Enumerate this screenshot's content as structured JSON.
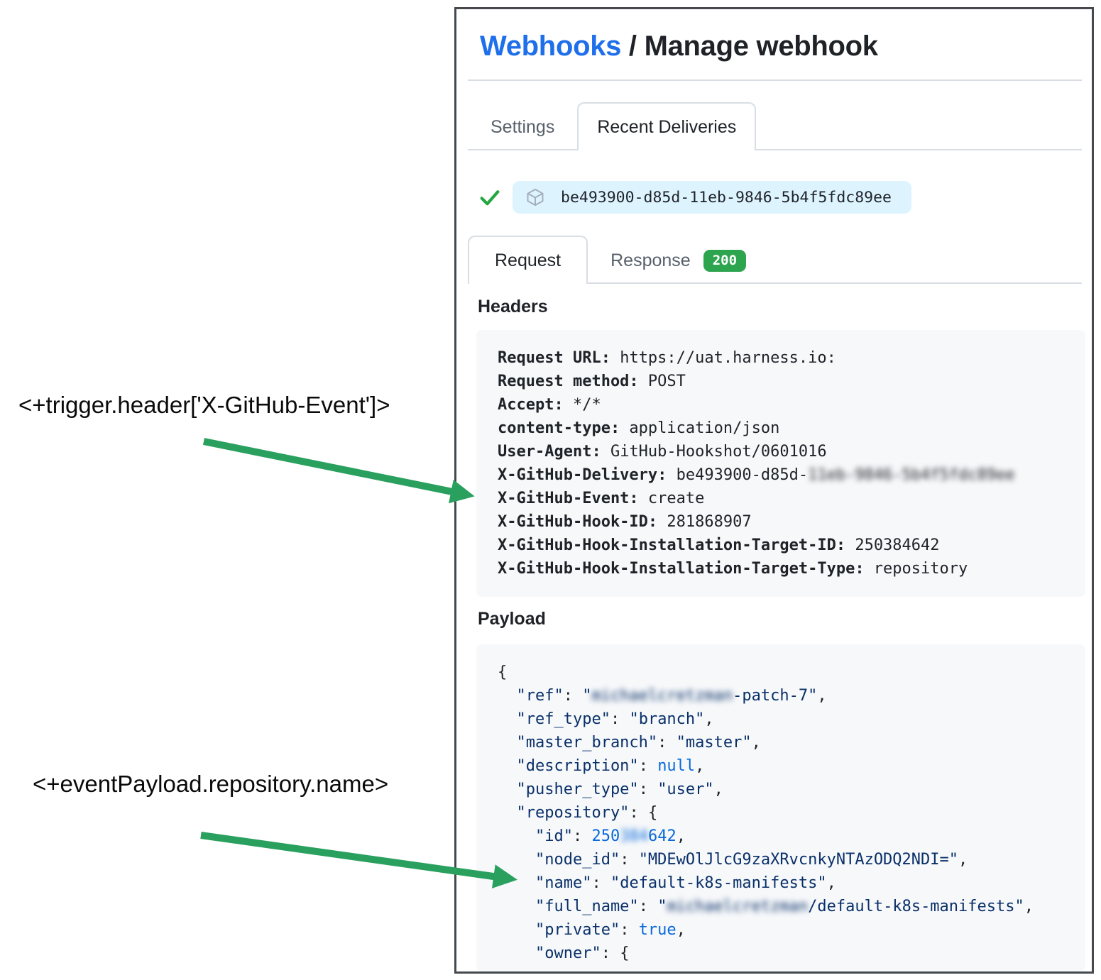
{
  "colors": {
    "link_blue": "#1f6feb",
    "text_dark": "#1f2328",
    "text_gray": "#57606a",
    "tab_border": "#d8dee4",
    "pill_background": "#ddf4ff",
    "code_background": "#f6f8fa",
    "status_badge_green": "#2da44e",
    "check_green": "#26a641",
    "arrow_green": "#2aa05f",
    "json_string_navy": "#0a3069",
    "json_literal_blue": "#0969da"
  },
  "header": {
    "breadcrumb_link": "Webhooks",
    "separator": " / ",
    "title": "Manage webhook"
  },
  "tabs": [
    {
      "label": "Settings",
      "active": false
    },
    {
      "label": "Recent Deliveries",
      "active": true
    }
  ],
  "delivery": {
    "status_icon": "check-icon",
    "package_icon": "package-icon",
    "guid": "be493900-d85d-11eb-9846-5b4f5fdc89ee"
  },
  "subtabs": {
    "request_label": "Request",
    "response_label": "Response",
    "response_status": "200"
  },
  "headers_section": {
    "title": "Headers",
    "lines": [
      [
        {
          "t": "Request URL:",
          "c": "hkey"
        },
        {
          "t": " https://uat.harness.io:",
          "c": "hval"
        }
      ],
      [
        {
          "t": "Request method:",
          "c": "hkey"
        },
        {
          "t": " POST",
          "c": "hval"
        }
      ],
      [
        {
          "t": "Accept:",
          "c": "hkey"
        },
        {
          "t": " */*",
          "c": "hval"
        }
      ],
      [
        {
          "t": "content-type:",
          "c": "hkey"
        },
        {
          "t": " application/json",
          "c": "hval"
        }
      ],
      [
        {
          "t": "User-Agent:",
          "c": "hkey"
        },
        {
          "t": " GitHub-Hookshot/0601016",
          "c": "hval"
        }
      ],
      [
        {
          "t": "X-GitHub-Delivery:",
          "c": "hkey"
        },
        {
          "t": " be493900-d85d-",
          "c": "hval"
        },
        {
          "t": "11eb-9846-5b4f5fdc89ee",
          "c": "hval",
          "blur": true
        }
      ],
      [
        {
          "t": "X-GitHub-Event:",
          "c": "hkey"
        },
        {
          "t": " create",
          "c": "hval"
        }
      ],
      [
        {
          "t": "X-GitHub-Hook-ID:",
          "c": "hkey"
        },
        {
          "t": " 281868907",
          "c": "hval"
        }
      ],
      [
        {
          "t": "X-GitHub-Hook-Installation-Target-ID:",
          "c": "hkey"
        },
        {
          "t": " 250384642",
          "c": "hval"
        }
      ],
      [
        {
          "t": "X-GitHub-Hook-Installation-Target-Type:",
          "c": "hkey"
        },
        {
          "t": " repository",
          "c": "hval"
        }
      ]
    ]
  },
  "payload_section": {
    "title": "Payload",
    "lines": [
      [
        {
          "t": "{",
          "c": "pun"
        }
      ],
      [
        {
          "t": "  \"ref\"",
          "c": "str"
        },
        {
          "t": ": ",
          "c": "pun"
        },
        {
          "t": "\"",
          "c": "str"
        },
        {
          "t": "michaelcretzman",
          "c": "str",
          "blur": true
        },
        {
          "t": "-patch-7\"",
          "c": "str"
        },
        {
          "t": ",",
          "c": "pun"
        }
      ],
      [
        {
          "t": "  \"ref_type\"",
          "c": "str"
        },
        {
          "t": ": ",
          "c": "pun"
        },
        {
          "t": "\"branch\"",
          "c": "str"
        },
        {
          "t": ",",
          "c": "pun"
        }
      ],
      [
        {
          "t": "  \"master_branch\"",
          "c": "str"
        },
        {
          "t": ": ",
          "c": "pun"
        },
        {
          "t": "\"master\"",
          "c": "str"
        },
        {
          "t": ",",
          "c": "pun"
        }
      ],
      [
        {
          "t": "  \"description\"",
          "c": "str"
        },
        {
          "t": ": ",
          "c": "pun"
        },
        {
          "t": "null",
          "c": "lit"
        },
        {
          "t": ",",
          "c": "pun"
        }
      ],
      [
        {
          "t": "  \"pusher_type\"",
          "c": "str"
        },
        {
          "t": ": ",
          "c": "pun"
        },
        {
          "t": "\"user\"",
          "c": "str"
        },
        {
          "t": ",",
          "c": "pun"
        }
      ],
      [
        {
          "t": "  \"repository\"",
          "c": "str"
        },
        {
          "t": ": ",
          "c": "pun"
        },
        {
          "t": "{",
          "c": "pun"
        }
      ],
      [
        {
          "t": "    \"id\"",
          "c": "str"
        },
        {
          "t": ": ",
          "c": "pun"
        },
        {
          "t": "250",
          "c": "lit"
        },
        {
          "t": "384",
          "c": "lit",
          "blur": true
        },
        {
          "t": "642",
          "c": "lit"
        },
        {
          "t": ",",
          "c": "pun"
        }
      ],
      [
        {
          "t": "    \"node_id\"",
          "c": "str"
        },
        {
          "t": ": ",
          "c": "pun"
        },
        {
          "t": "\"MDEwOlJlcG9zaXRvcnkyNTAzODQ2NDI=\"",
          "c": "str"
        },
        {
          "t": ",",
          "c": "pun"
        }
      ],
      [
        {
          "t": "    \"name\"",
          "c": "str"
        },
        {
          "t": ": ",
          "c": "pun"
        },
        {
          "t": "\"default-k8s-manifests\"",
          "c": "str"
        },
        {
          "t": ",",
          "c": "pun"
        }
      ],
      [
        {
          "t": "    \"full_name\"",
          "c": "str"
        },
        {
          "t": ": ",
          "c": "pun"
        },
        {
          "t": "\"",
          "c": "str"
        },
        {
          "t": "michaelcretzman",
          "c": "str",
          "blur": true
        },
        {
          "t": "/default-k8s-manifests\"",
          "c": "str"
        },
        {
          "t": ",",
          "c": "pun"
        }
      ],
      [
        {
          "t": "    \"private\"",
          "c": "str"
        },
        {
          "t": ": ",
          "c": "pun"
        },
        {
          "t": "true",
          "c": "lit"
        },
        {
          "t": ",",
          "c": "pun"
        }
      ],
      [
        {
          "t": "    \"owner\"",
          "c": "str"
        },
        {
          "t": ": ",
          "c": "pun"
        },
        {
          "t": "{",
          "c": "pun"
        }
      ]
    ]
  },
  "annotations": [
    {
      "text": "<+trigger.header['X-GitHub-Event']>"
    },
    {
      "text": "<+eventPayload.repository.name>"
    }
  ]
}
